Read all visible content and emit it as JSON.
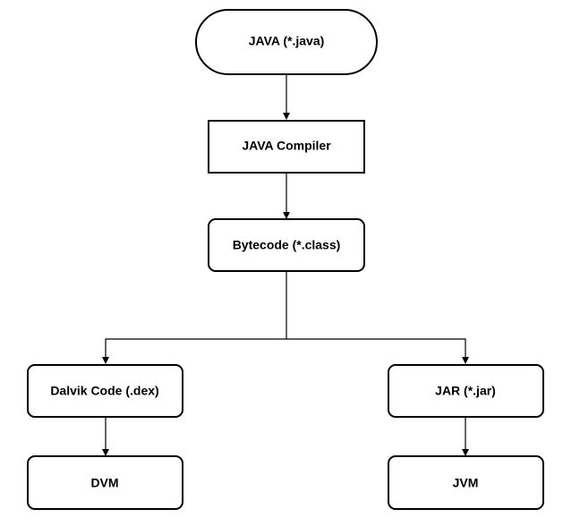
{
  "diagram": {
    "nodes": {
      "java_source": {
        "label": "JAVA (*.java)",
        "shape": "terminator"
      },
      "java_compiler": {
        "label": "JAVA Compiler",
        "shape": "process"
      },
      "bytecode": {
        "label": "Bytecode (*.class)",
        "shape": "rounded-process"
      },
      "dalvik_code": {
        "label": "Dalvik Code (.dex)",
        "shape": "rounded-process"
      },
      "jar": {
        "label": "JAR (*.jar)",
        "shape": "rounded-process"
      },
      "dvm": {
        "label": "DVM",
        "shape": "rounded-process"
      },
      "jvm": {
        "label": "JVM",
        "shape": "rounded-process"
      }
    },
    "edges": [
      {
        "from": "java_source",
        "to": "java_compiler"
      },
      {
        "from": "java_compiler",
        "to": "bytecode"
      },
      {
        "from": "bytecode",
        "to": "dalvik_code"
      },
      {
        "from": "bytecode",
        "to": "jar"
      },
      {
        "from": "dalvik_code",
        "to": "dvm"
      },
      {
        "from": "jar",
        "to": "jvm"
      }
    ],
    "colors": {
      "stroke": "#000000",
      "fill": "#ffffff",
      "text": "#000000"
    }
  }
}
